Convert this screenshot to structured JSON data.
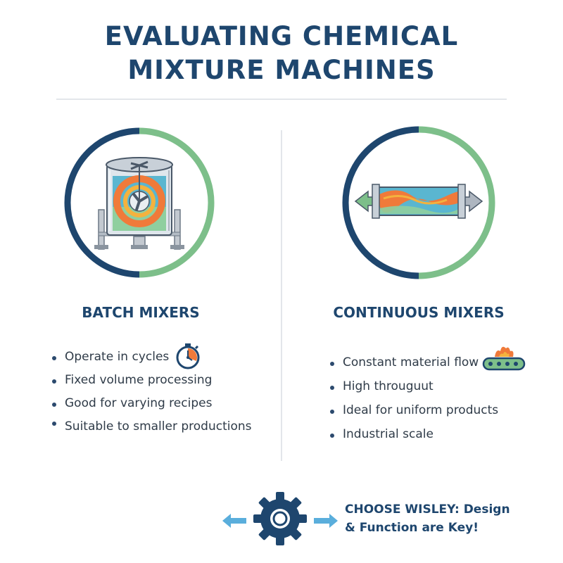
{
  "title": {
    "line1": "EVALUATING CHEMICAL",
    "line2": "MIXTURE MACHINES"
  },
  "left": {
    "heading": "BATCH MIXERS",
    "icon": "batch-mixer-tank-icon",
    "bullets": [
      "Operate in cycles",
      "Fixed volume processing",
      "Good for varying recipes",
      "Suitable to smaller productions"
    ],
    "inline_icon": "stopwatch-icon"
  },
  "right": {
    "heading": "CONTINUOUS MIXERS",
    "icon": "continuous-flow-pipe-icon",
    "bullets": [
      "Constant material flow",
      "High througuut",
      "Ideal for uniform products",
      "Industrial scale"
    ],
    "inline_icon": "conveyor-flame-icon"
  },
  "footer": {
    "text": "CHOOSE WISLEY: Design & Function are Key!",
    "icon": "gear-icon"
  },
  "colors": {
    "navy": "#1e466e",
    "green": "#7dbf8a",
    "orange": "#f07a3a",
    "teal": "#4fb0c6",
    "light_blue": "#5aaedc"
  }
}
